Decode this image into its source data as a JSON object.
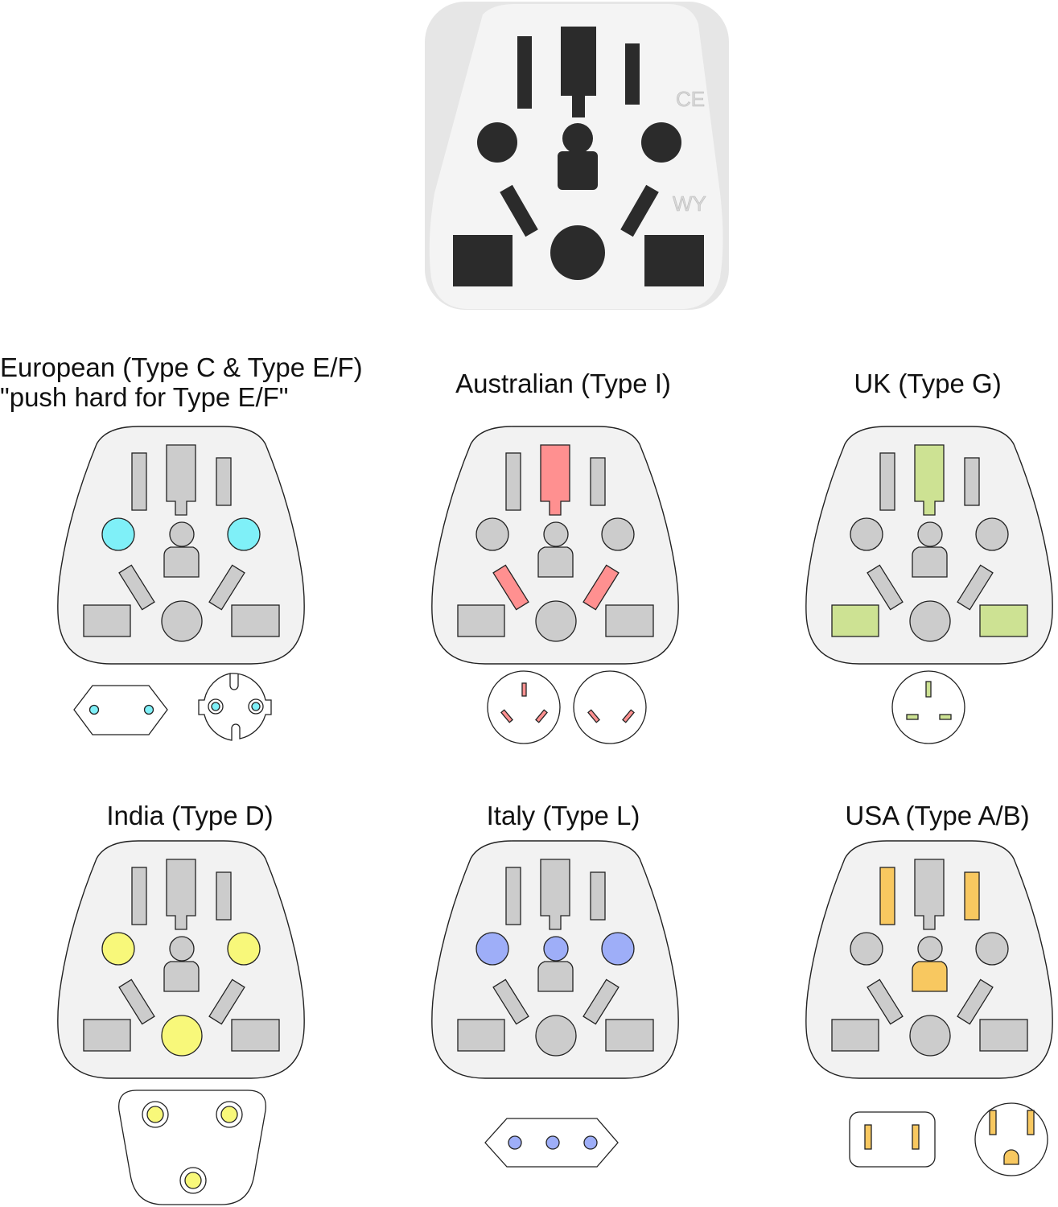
{
  "product": {
    "marks": [
      "CE",
      "WY"
    ]
  },
  "colors": {
    "panel": "#f2f2f2",
    "hole": "#cccccc",
    "outline": "#222222",
    "photo_hole": "#2b2b2b"
  },
  "sockets": [
    {
      "title": [
        "European (Type C & Type E/F)",
        "\"push hard for Type E/F\""
      ],
      "color": "#7ff0f8",
      "highlight": [
        "circle-left",
        "circle-right"
      ]
    },
    {
      "title": [
        "Australian (Type I)"
      ],
      "color": "#ff9090",
      "highlight": [
        "top-center",
        "diag-left",
        "diag-right"
      ]
    },
    {
      "title": [
        "UK (Type G)"
      ],
      "color": "#cde293",
      "highlight": [
        "top-center",
        "rect-left",
        "rect-right"
      ]
    },
    {
      "title": [
        "India (Type D)"
      ],
      "color": "#f8f87a",
      "highlight": [
        "circle-left",
        "circle-right",
        "bottom-circle"
      ]
    },
    {
      "title": [
        "Italy (Type L)"
      ],
      "color": "#9eaef8",
      "highlight": [
        "circle-left",
        "circle-right",
        "keyhole-top"
      ]
    },
    {
      "title": [
        "USA (Type A/B)"
      ],
      "color": "#f8c860",
      "highlight": [
        "slot-left",
        "slot-right",
        "keyhole-body"
      ]
    }
  ]
}
